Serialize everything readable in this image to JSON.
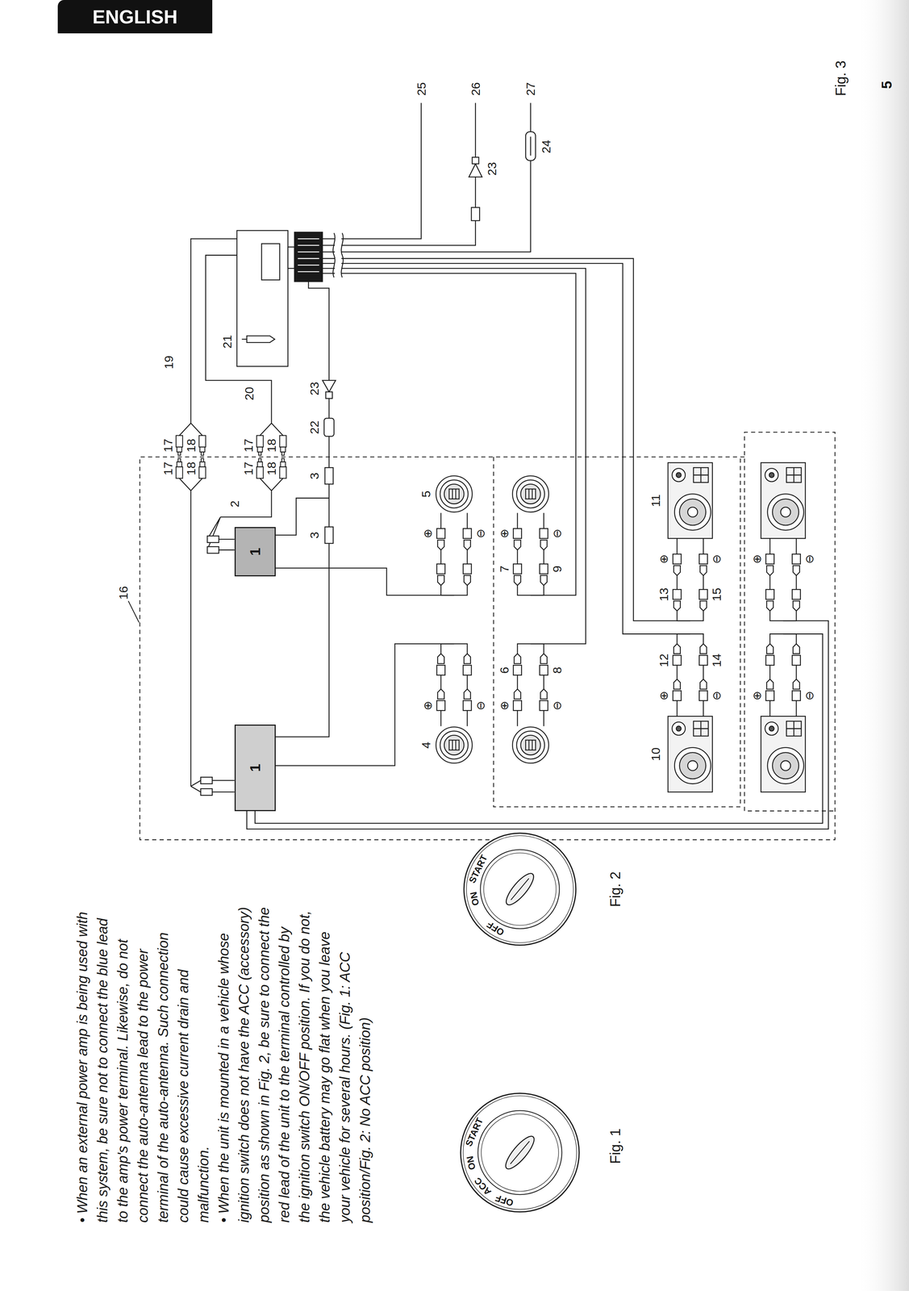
{
  "diagram": {
    "nodes": [
      {
        "text": [
          "1"
        ]
      },
      {
        "text": [
          "1"
        ]
      }
    ],
    "labels": [
      "ENGLISH",
      "• When an external power amp is being used with this system, be sure not to connect the blue lead to the amp's power terminal. Likewise, do not connect the auto-antenna lead to the power terminal of the auto-antenna. Such connection could cause excessive current drain and malfunction.",
      "• When the unit is mounted in a vehicle whose ignition switch does not have the ACC (accessory) position as shown in Fig. 2, be sure to connect the red lead of the unit to the terminal controlled by the ignition switch ON/OFF position. If you do not, the vehicle battery may go flat when you leave your vehicle for several hours. (Fig. 1: ACC position/Fig. 2: No ACC position)",
      "Fig. 1",
      "Fig. 2",
      "OFF",
      "ACC",
      "ON",
      "START",
      "OFF",
      "ON",
      "START",
      "16",
      "19",
      "17",
      "18",
      "17",
      "18",
      "20",
      "17",
      "18",
      "17",
      "18",
      "2",
      "21",
      "23",
      "22",
      "3",
      "3",
      "25",
      "26",
      "27",
      "23",
      "24",
      "4",
      "5",
      "⊕",
      "⊖",
      "⊕",
      "⊖",
      "⊕",
      "⊖",
      "6",
      "8",
      "⊕",
      "⊖",
      "7",
      "9",
      "10",
      "11",
      "⊕",
      "⊖",
      "12",
      "14",
      "⊕",
      "⊖",
      "13",
      "15",
      "⊕",
      "⊖",
      "⊕",
      "⊖",
      "Fig. 3",
      "5"
    ]
  }
}
